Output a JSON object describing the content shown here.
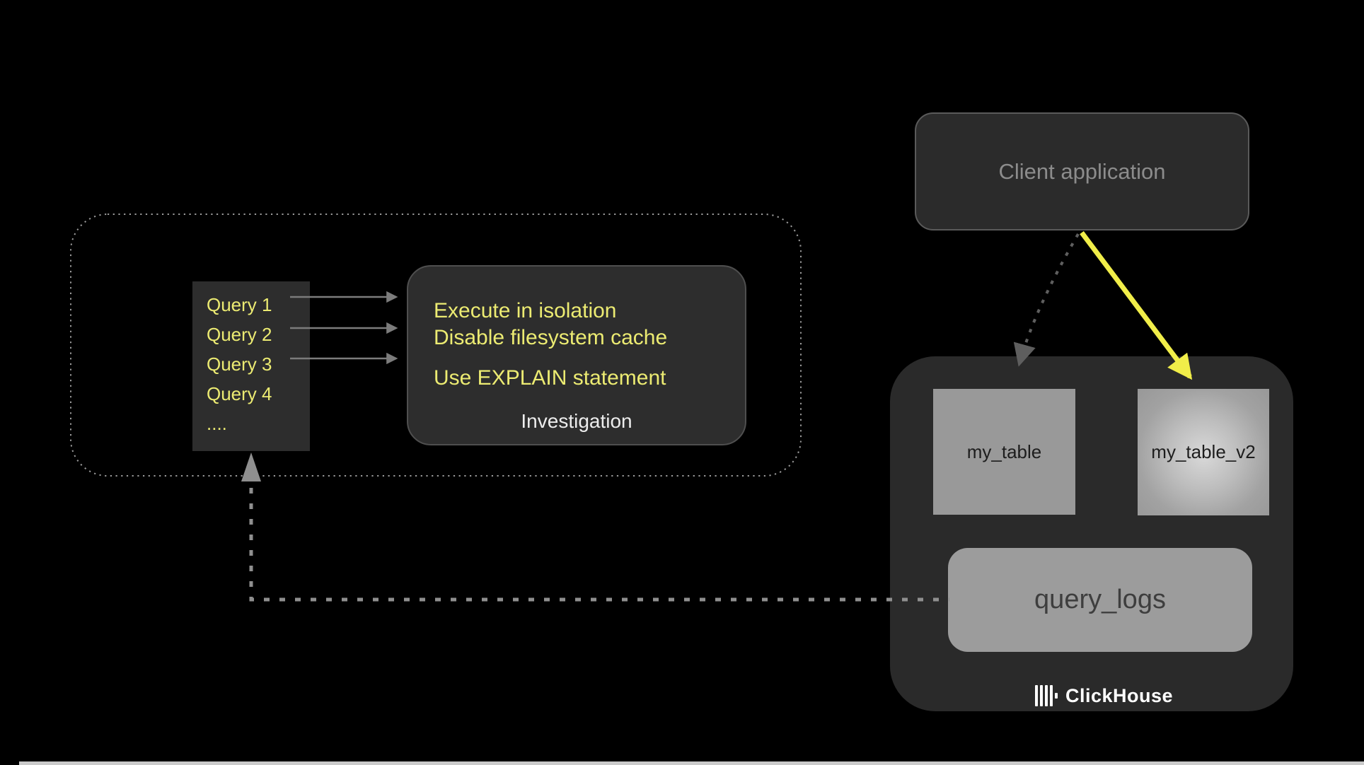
{
  "diagram": {
    "investigation_zone": {
      "query_list": {
        "items": [
          "Query 1",
          "Query 2",
          "Query 3",
          "Query 4",
          "...."
        ]
      },
      "investigation_box": {
        "tips": [
          "Execute in isolation",
          "Disable filesystem cache",
          "Use EXPLAIN statement"
        ],
        "label": "Investigation"
      }
    },
    "client_app": {
      "label": "Client application"
    },
    "clickhouse": {
      "table_left": "my_table",
      "table_right": "my_table_v2",
      "logs_table": "query_logs",
      "brand": "ClickHouse"
    },
    "colors": {
      "background": "#000000",
      "panel_dark": "#2d2d2d",
      "container_dark": "#2a2a2a",
      "table_gray": "#999999",
      "highlight_yellow_text": "#eceb72",
      "arrow_yellow": "#f1ee49",
      "arrow_gray": "#7c7c7c",
      "dotted_border_gray": "#9a9a9a",
      "text_light": "#ededed",
      "text_muted": "#8c8c8c"
    }
  }
}
